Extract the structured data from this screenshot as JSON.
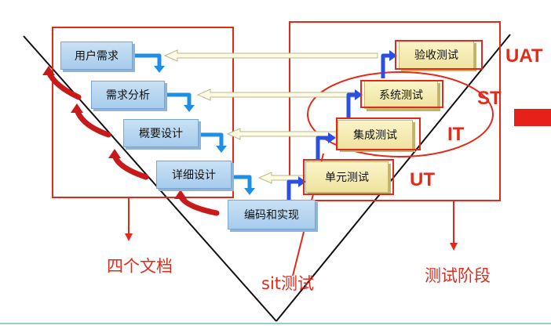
{
  "dev_stages": [
    "用户需求",
    "需求分析",
    "概要设计",
    "详细设计",
    "编码和实现"
  ],
  "test_stages": [
    "验收测试",
    "系统测试",
    "集成测试",
    "单元测试"
  ],
  "level_labels": [
    "UAT",
    "ST",
    "IT",
    "UT"
  ],
  "callouts": {
    "docs": "四个文档",
    "sit": "sit测试",
    "test_phase": "测试阶段"
  },
  "colors": {
    "annotation_red": "#e32a1a",
    "dev_box": "#b8d6f0",
    "test_box": "#f6ecb4",
    "flow_arrow": "#1f8fe6",
    "test_arrow": "#2b4fe0"
  }
}
